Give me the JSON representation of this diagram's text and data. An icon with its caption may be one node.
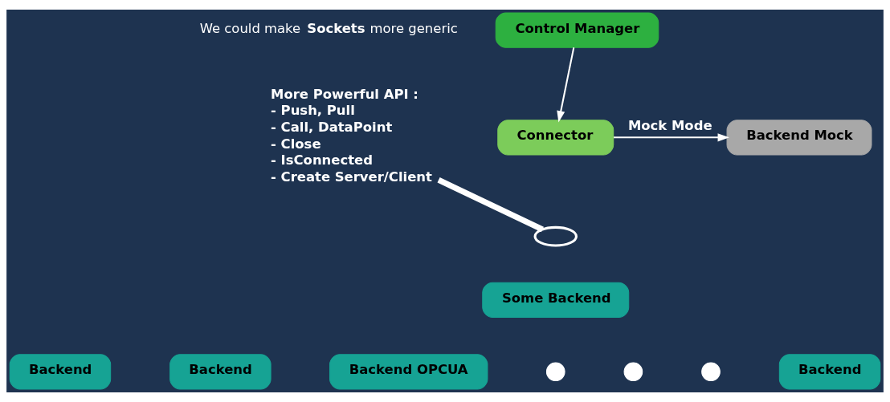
{
  "diagram": {
    "nodes": [
      {
        "text": [
          "Control Manager"
        ]
      },
      {
        "text": [
          "Connector"
        ]
      },
      {
        "text": [
          "Backend Mock"
        ]
      },
      {
        "text": [
          "More Powerful API :",
          "- Push, Pull",
          "- Call, DataPoint",
          "- Close",
          "- IsConnected",
          "- Create Server/Client"
        ]
      },
      {
        "text": [],
        "shape": "ellipse"
      },
      {
        "text": [
          "Some Backend"
        ]
      },
      {
        "text": [
          "Backend"
        ]
      },
      {
        "text": [
          "Backend"
        ]
      },
      {
        "text": [
          "Backend OPCUA"
        ]
      },
      {
        "text": [],
        "shape": "circle"
      },
      {
        "text": [],
        "shape": "circle"
      },
      {
        "text": [],
        "shape": "circle"
      },
      {
        "text": [
          "Backend"
        ]
      }
    ],
    "edges": [
      {
        "from": 0,
        "to": 1,
        "arrow": "to"
      },
      {
        "from": 1,
        "to": 2,
        "arrow": "to",
        "label": "Mock Mode"
      },
      {
        "from": 3,
        "to": 4,
        "arrow": "none",
        "style": "thick"
      }
    ],
    "labels": [
      "We could make **Sockets** more generic"
    ]
  }
}
